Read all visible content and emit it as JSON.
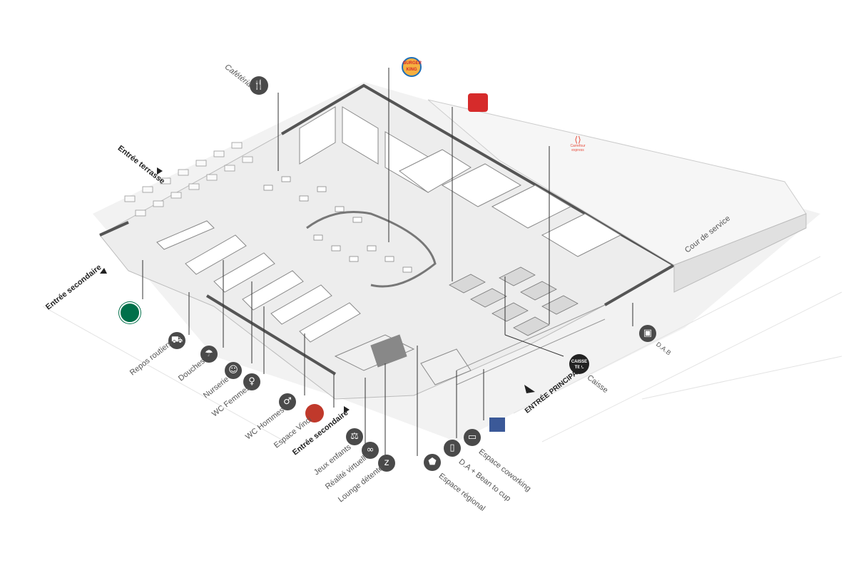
{
  "labels": {
    "cafeteria": "Cafétéria",
    "entree_terrasse": "Entrée terrasse",
    "entree_secondaire_left": "Entrée secondaire",
    "entree_secondaire_mid": "Entrée secondaire",
    "entree_principale": "ENTRÉE PRINCIPALE",
    "cour_de_service": "Cour de service",
    "dab": "D.A.B",
    "caisse": "Caisse",
    "repos_routiers": "Repos routiers",
    "douches": "Douches",
    "nurserie": "Nurserie",
    "wc_femmes": "WC Femmes",
    "wc_hommes": "WC Hommes",
    "espace_vinci": "Espace Vinci",
    "jeux_enfants": "Jeux enfants",
    "realite_virtuelle": "Réalité virtuelle",
    "lounge_detente": "Lounge détente",
    "espace_regional": "Espace régional",
    "da_bean_to_cup": "D.A + Bean to cup",
    "espace_coworking": "Espace coworking"
  },
  "brands": {
    "burger_king_line1": "BURGER",
    "burger_king_line2": "KING",
    "carrefour_line1": "Carrefour",
    "carrefour_line2": "express",
    "caisse_line1": "CAISSE",
    "caisse_line2": "TILL"
  },
  "icons": [
    "cutlery-icon",
    "truck-icon",
    "shower-icon",
    "baby-icon",
    "woman-icon",
    "man-icon",
    "seesaw-icon",
    "vr-headset-icon",
    "lounge-z-icon",
    "france-map-icon",
    "vending-machine-icon",
    "monitor-icon",
    "atm-icon"
  ],
  "colors": {
    "icon_bg": "#4a4a4a",
    "starbucks": "#00704a",
    "burger_king": "#f5b041",
    "red_brand": "#d62b2b",
    "carrefour": "#e74c3c",
    "vinci": "#c0392b"
  }
}
